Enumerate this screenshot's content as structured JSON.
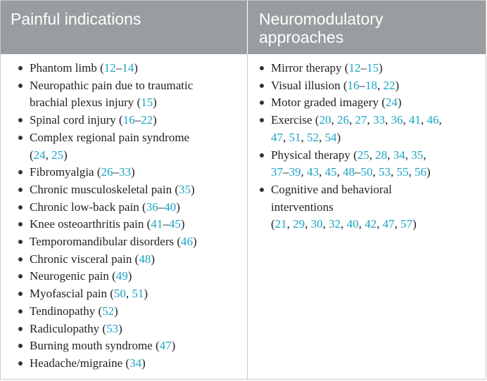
{
  "headers": {
    "left_lines": [
      "Painful indications"
    ],
    "right_lines": [
      "Neuromodulatory",
      "approaches"
    ]
  },
  "left_items": [
    [
      [
        {
          "t": "Phantom limb ("
        },
        {
          "r": "12"
        },
        {
          "t": "–"
        },
        {
          "r": "14"
        },
        {
          "t": ")"
        }
      ]
    ],
    [
      [
        {
          "t": "Neuropathic pain due to traumatic"
        }
      ],
      [
        {
          "t": "brachial plexus injury ("
        },
        {
          "r": "15"
        },
        {
          "t": ")"
        }
      ]
    ],
    [
      [
        {
          "t": "Spinal cord injury ("
        },
        {
          "r": "16"
        },
        {
          "t": "–"
        },
        {
          "r": "22"
        },
        {
          "t": ")"
        }
      ]
    ],
    [
      [
        {
          "t": "Complex regional pain syndrome"
        }
      ],
      [
        {
          "t": "("
        },
        {
          "r": "24"
        },
        {
          "t": ", "
        },
        {
          "r": "25"
        },
        {
          "t": ")"
        }
      ]
    ],
    [
      [
        {
          "t": "Fibromyalgia ("
        },
        {
          "r": "26"
        },
        {
          "t": "–"
        },
        {
          "r": "33"
        },
        {
          "t": ")"
        }
      ]
    ],
    [
      [
        {
          "t": "Chronic musculoskeletal pain ("
        },
        {
          "r": "35"
        },
        {
          "t": ")"
        }
      ]
    ],
    [
      [
        {
          "t": "Chronic low-back pain ("
        },
        {
          "r": "36"
        },
        {
          "t": "–"
        },
        {
          "r": "40"
        },
        {
          "t": ")"
        }
      ]
    ],
    [
      [
        {
          "t": "Knee osteoarthritis pain ("
        },
        {
          "r": "41"
        },
        {
          "t": "–"
        },
        {
          "r": "45"
        },
        {
          "t": ")"
        }
      ]
    ],
    [
      [
        {
          "t": "Temporomandibular disorders ("
        },
        {
          "r": "46"
        },
        {
          "t": ")"
        }
      ]
    ],
    [
      [
        {
          "t": "Chronic visceral pain ("
        },
        {
          "r": "48"
        },
        {
          "t": ")"
        }
      ]
    ],
    [
      [
        {
          "t": "Neurogenic pain ("
        },
        {
          "r": "49"
        },
        {
          "t": ")"
        }
      ]
    ],
    [
      [
        {
          "t": "Myofascial pain ("
        },
        {
          "r": "50"
        },
        {
          "t": ", "
        },
        {
          "r": "51"
        },
        {
          "t": ")"
        }
      ]
    ],
    [
      [
        {
          "t": "Tendinopathy ("
        },
        {
          "r": "52"
        },
        {
          "t": ")"
        }
      ]
    ],
    [
      [
        {
          "t": "Radiculopathy ("
        },
        {
          "r": "53"
        },
        {
          "t": ")"
        }
      ]
    ],
    [
      [
        {
          "t": "Burning mouth syndrome ("
        },
        {
          "r": "47"
        },
        {
          "t": ")"
        }
      ]
    ],
    [
      [
        {
          "t": "Headache/migraine ("
        },
        {
          "r": "34"
        },
        {
          "t": ")"
        }
      ]
    ]
  ],
  "right_items": [
    [
      [
        {
          "t": "Mirror therapy ("
        },
        {
          "r": "12"
        },
        {
          "t": "–"
        },
        {
          "r": "15"
        },
        {
          "t": ")"
        }
      ]
    ],
    [
      [
        {
          "t": "Visual illusion ("
        },
        {
          "r": "16"
        },
        {
          "t": "–"
        },
        {
          "r": "18"
        },
        {
          "t": ", "
        },
        {
          "r": "22"
        },
        {
          "t": ")"
        }
      ]
    ],
    [
      [
        {
          "t": "Motor graded imagery ("
        },
        {
          "r": "24"
        },
        {
          "t": ")"
        }
      ]
    ],
    [
      [
        {
          "t": "Exercise ("
        },
        {
          "r": "20"
        },
        {
          "t": ", "
        },
        {
          "r": "26"
        },
        {
          "t": ", "
        },
        {
          "r": "27"
        },
        {
          "t": ", "
        },
        {
          "r": "33"
        },
        {
          "t": ", "
        },
        {
          "r": "36"
        },
        {
          "t": ", "
        },
        {
          "r": "41"
        },
        {
          "t": ", "
        },
        {
          "r": "46"
        },
        {
          "t": ","
        }
      ],
      [
        {
          "r": "47"
        },
        {
          "t": ", "
        },
        {
          "r": "51"
        },
        {
          "t": ", "
        },
        {
          "r": "52"
        },
        {
          "t": ", "
        },
        {
          "r": "54"
        },
        {
          "t": ")"
        }
      ]
    ],
    [
      [
        {
          "t": "Physical therapy ("
        },
        {
          "r": "25"
        },
        {
          "t": ", "
        },
        {
          "r": "28"
        },
        {
          "t": ", "
        },
        {
          "r": "34"
        },
        {
          "t": ", "
        },
        {
          "r": "35"
        },
        {
          "t": ","
        }
      ],
      [
        {
          "r": "37"
        },
        {
          "t": "–"
        },
        {
          "r": "39"
        },
        {
          "t": ", "
        },
        {
          "r": "43"
        },
        {
          "t": ", "
        },
        {
          "r": "45"
        },
        {
          "t": ", "
        },
        {
          "r": "48"
        },
        {
          "t": "–"
        },
        {
          "r": "50"
        },
        {
          "t": ", "
        },
        {
          "r": "53"
        },
        {
          "t": ", "
        },
        {
          "r": "55"
        },
        {
          "t": ", "
        },
        {
          "r": "56"
        },
        {
          "t": ")"
        }
      ]
    ],
    [
      [
        {
          "t": "Cognitive and behavioral"
        }
      ],
      [
        {
          "t": "interventions"
        }
      ],
      [
        {
          "t": "("
        },
        {
          "r": "21"
        },
        {
          "t": ", "
        },
        {
          "r": "29"
        },
        {
          "t": ", "
        },
        {
          "r": "30"
        },
        {
          "t": ", "
        },
        {
          "r": "32"
        },
        {
          "t": ", "
        },
        {
          "r": "40"
        },
        {
          "t": ", "
        },
        {
          "r": "42"
        },
        {
          "t": ", "
        },
        {
          "r": "47"
        },
        {
          "t": ", "
        },
        {
          "r": "57"
        },
        {
          "t": ")"
        }
      ]
    ]
  ]
}
